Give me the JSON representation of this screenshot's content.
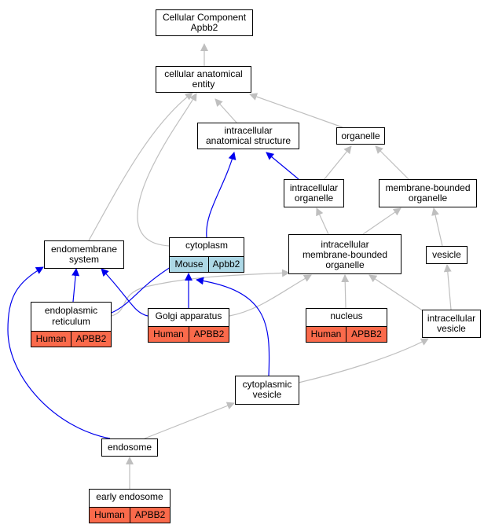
{
  "edge_colors": {
    "is_a": "#bfbfbf",
    "part_of": "#0000ee"
  },
  "human_color": "#fa6a4b",
  "mouse_color": "#add8e6",
  "nodes": {
    "root": {
      "line1": "Cellular Component",
      "line2": "Apbb2"
    },
    "cae": {
      "line1": "cellular anatomical",
      "line2": "entity"
    },
    "ias": {
      "line1": "intracellular",
      "line2": "anatomical structure"
    },
    "organelle": {
      "line1": "organelle"
    },
    "io": {
      "line1": "intracellular",
      "line2": "organelle"
    },
    "mbo": {
      "line1": "membrane-bounded",
      "line2": "organelle"
    },
    "ems": {
      "line1": "endomembrane",
      "line2": "system"
    },
    "cytoplasm": {
      "line1": "cytoplasm",
      "species": "Mouse",
      "gene": "Apbb2"
    },
    "imbo": {
      "line1": "intracellular",
      "line2": "membrane-bounded",
      "line3": "organelle"
    },
    "vesicle": {
      "line1": "vesicle"
    },
    "er": {
      "line1": "endoplasmic",
      "line2": "reticulum",
      "species": "Human",
      "gene": "APBB2"
    },
    "golgi": {
      "line1": "Golgi apparatus",
      "species": "Human",
      "gene": "APBB2"
    },
    "nucleus": {
      "line1": "nucleus",
      "species": "Human",
      "gene": "APBB2"
    },
    "iv": {
      "line1": "intracellular",
      "line2": "vesicle"
    },
    "cv": {
      "line1": "cytoplasmic",
      "line2": "vesicle"
    },
    "endosome": {
      "line1": "endosome"
    },
    "ee": {
      "line1": "early endosome",
      "species": "Human",
      "gene": "APBB2"
    }
  }
}
